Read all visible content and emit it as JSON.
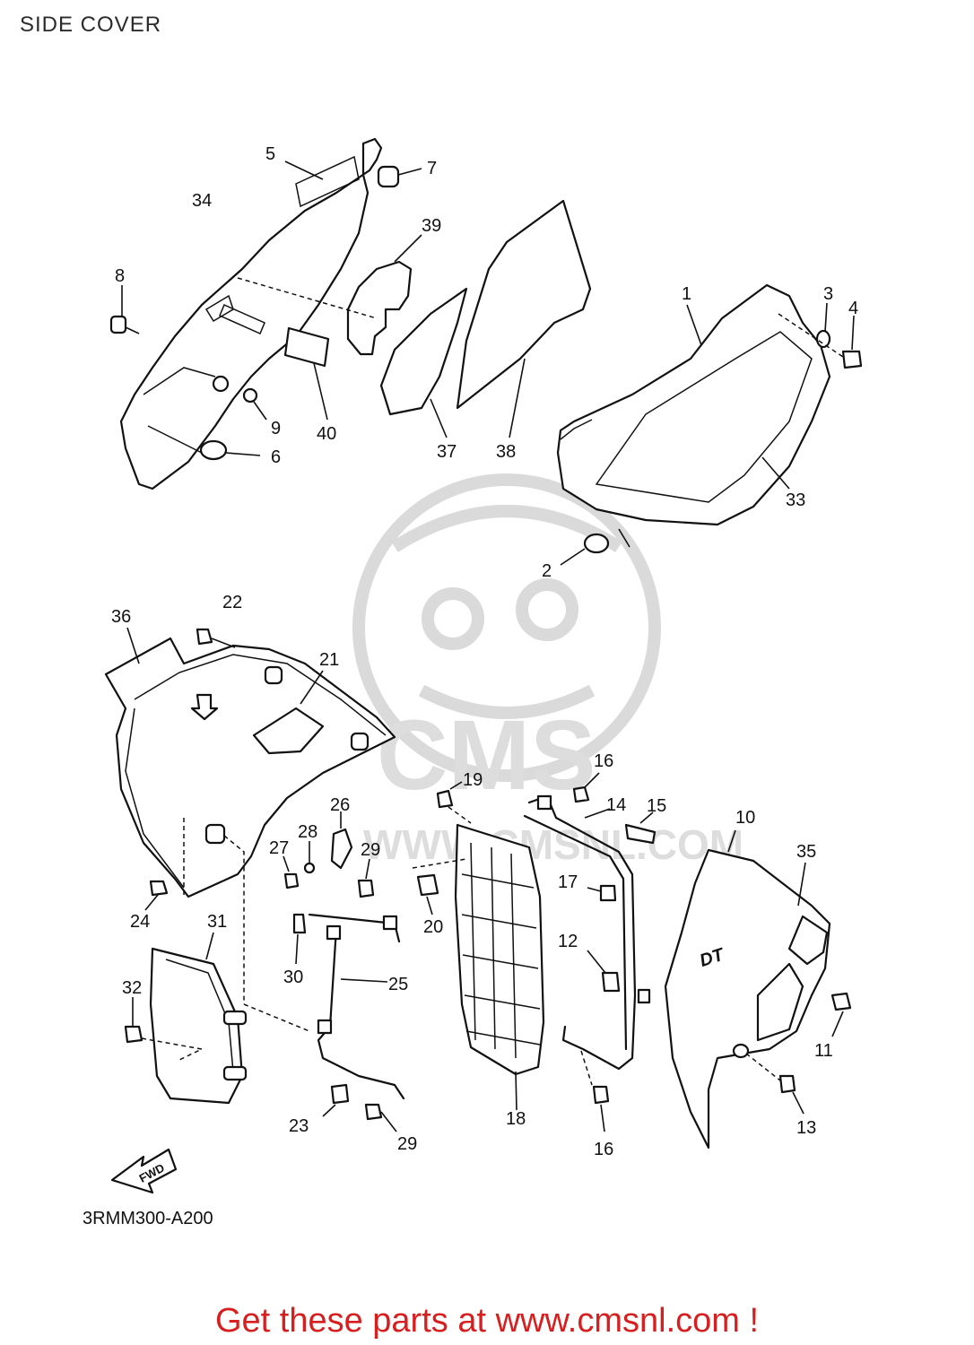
{
  "header": {
    "title": "SIDE COVER"
  },
  "diagram": {
    "code": "3RMM300-A200",
    "fwd_label": "FWD",
    "watermark": {
      "brand": "CMS",
      "url": "WWW.CMSNL.COM"
    },
    "callouts": [
      "1",
      "2",
      "3",
      "4",
      "5",
      "6",
      "7",
      "8",
      "9",
      "10",
      "11",
      "12",
      "13",
      "14",
      "15",
      "16",
      "16",
      "17",
      "18",
      "19",
      "20",
      "21",
      "22",
      "23",
      "24",
      "25",
      "26",
      "27",
      "28",
      "29",
      "29",
      "30",
      "31",
      "32",
      "33",
      "34",
      "35",
      "36",
      "37",
      "38",
      "39",
      "40"
    ],
    "decal_text": "DT"
  },
  "footer": {
    "promo": "Get these parts at www.cmsnl.com !"
  },
  "colors": {
    "promo": "#d81f1f",
    "line": "#111111",
    "watermark": "#d6d6d6"
  }
}
